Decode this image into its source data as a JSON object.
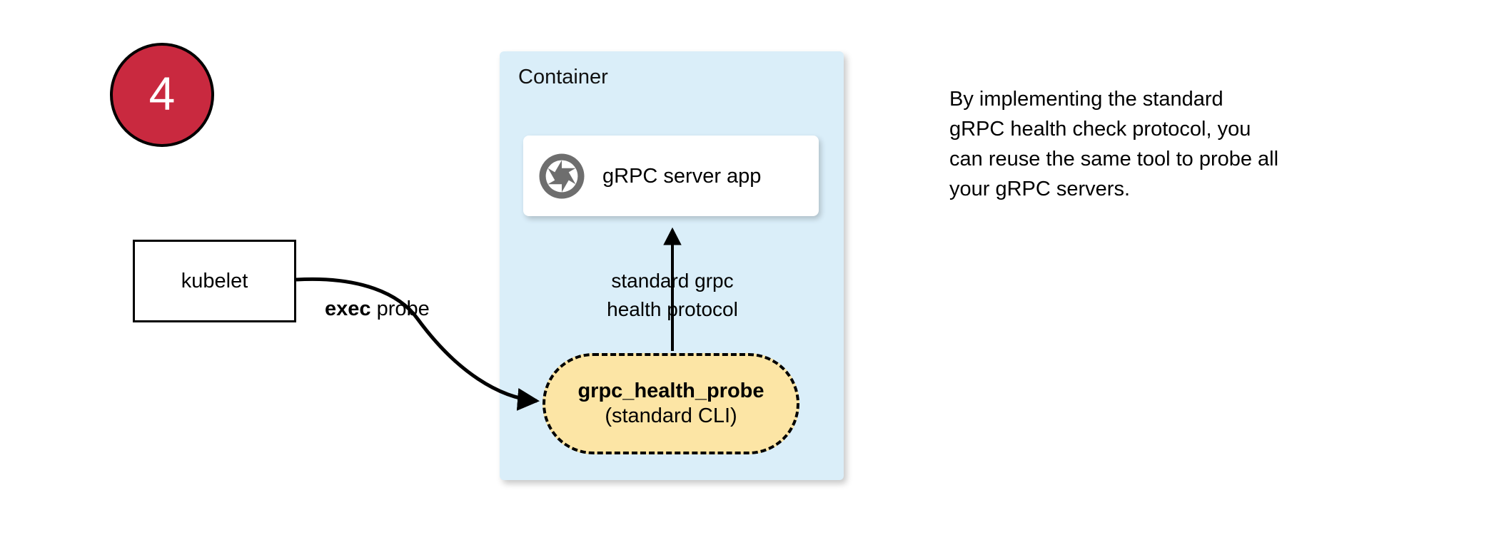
{
  "step": {
    "number": "4"
  },
  "container": {
    "label": "Container",
    "fill": "#DAEEF9"
  },
  "app_card": {
    "icon": "grpc-aperture-icon",
    "icon_color": "#6E6E6E",
    "label": "gRPC server app"
  },
  "probe_node": {
    "title": "grpc_health_probe",
    "subtitle": "(standard CLI)",
    "fill": "#FCE5A5",
    "border_style": "dashed"
  },
  "kubelet": {
    "label": "kubelet"
  },
  "edges": {
    "exec_probe": {
      "label_bold": "exec",
      "label_rest": " probe"
    },
    "protocol": {
      "line1": "standard grpc",
      "line2": "health protocol"
    }
  },
  "side_note": {
    "line1": "By implementing the standard",
    "line2": "gRPC health check protocol, you",
    "line3": "can reuse the same tool to probe all",
    "line4": "your gRPC servers."
  },
  "colors": {
    "badge_red": "#C9293F",
    "container_blue": "#DAEEF9",
    "probe_yellow": "#FCE5A5",
    "icon_gray": "#6E6E6E",
    "stroke_black": "#000000"
  }
}
